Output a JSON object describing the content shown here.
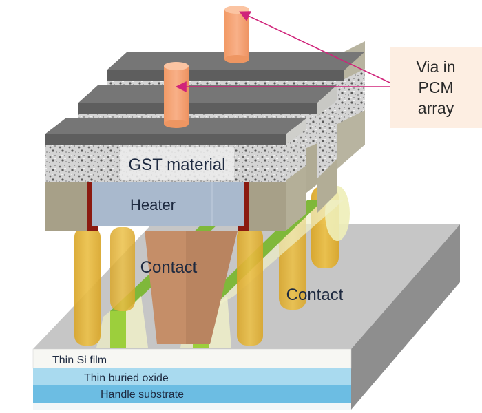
{
  "diagram": {
    "title": "PCM cell on SOI substrate",
    "labels": {
      "gst": "GST material",
      "heater": "Heater",
      "contact_center": "Contact",
      "contact_right": "Contact",
      "thin_si": "Thin Si film",
      "buried_oxide": "Thin buried oxide",
      "handle": "Handle substrate"
    },
    "callout": {
      "line1": "Via in",
      "line2": "PCM",
      "line3": "array"
    },
    "colors": {
      "via": "#f4a070",
      "arrow": "#d0237a",
      "top_metal": "#6e6e6e",
      "gst": "#c8c8c8",
      "heater": "#a9b8cc",
      "heater_liner": "#8b1a10",
      "pillar_side": "#a8a28a",
      "contact": "#e0b030",
      "gate": "#8cc63f",
      "substrate_top": "#c4c4c4",
      "substrate_side": "#8c8c8c",
      "thin_si": "#f6f6f2",
      "buried_oxide": "#a8d8ee",
      "handle_substrate": "#6bbde3",
      "callout_bg": "#fdeee2"
    }
  }
}
